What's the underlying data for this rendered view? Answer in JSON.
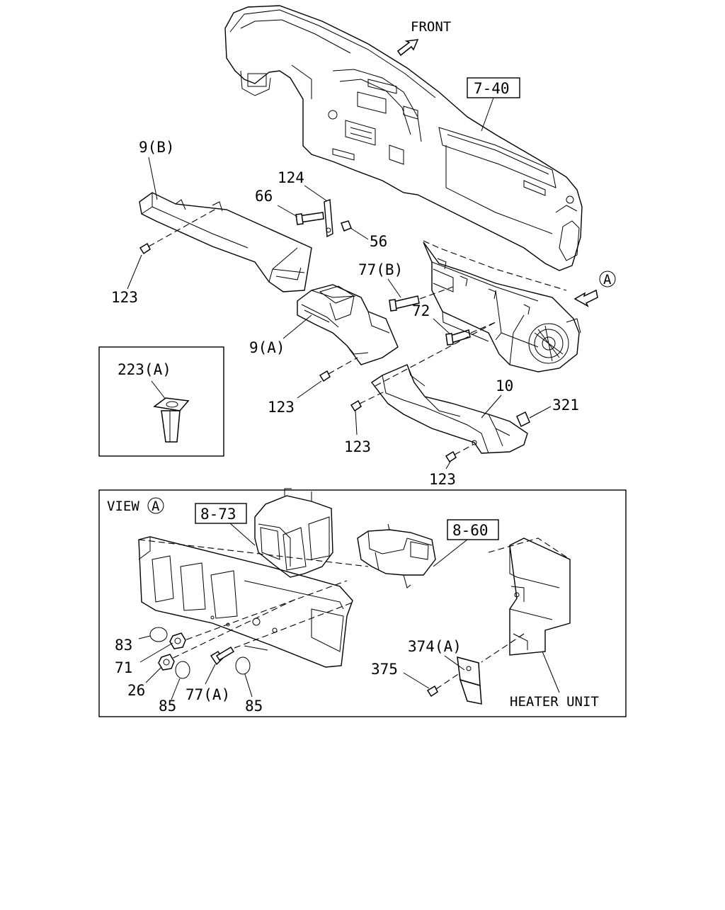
{
  "labels": {
    "front": "FRONT",
    "ref_7_40": "7-40",
    "p_9b": "9(B)",
    "p_124": "124",
    "p_66": "66",
    "p_56": "56",
    "p_123_a": "123",
    "p_77b": "77(B)",
    "p_72": "72",
    "p_9a": "9(A)",
    "p_223a": "223(A)",
    "p_123_b": "123",
    "p_10": "10",
    "p_321": "321",
    "p_123_c": "123",
    "p_123_d": "123",
    "view_a": "VIEW",
    "ref_8_73": "8-73",
    "ref_8_60": "8-60",
    "p_83": "83",
    "p_71": "71",
    "p_26": "26",
    "p_85_a": "85",
    "p_77a": "77(A)",
    "p_85_b": "85",
    "p_374a": "374(A)",
    "p_375": "375",
    "heater_unit": "HEATER UNIT",
    "circle_a": "A"
  }
}
